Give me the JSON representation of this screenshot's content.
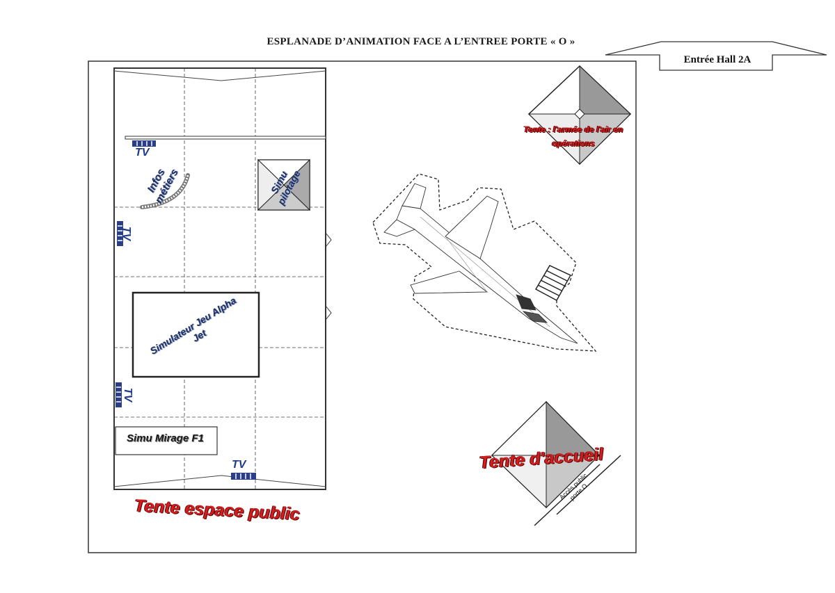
{
  "header": {
    "title": "ESPLANADE D’ANIMATION FACE A L’ENTREE PORTE « O »",
    "hall_entrance": "Entrée Hall 2A"
  },
  "zones": {
    "public_tent": "Tente espace public",
    "infos_metiers": "Infos métiers",
    "simu_pilotage": "Simu pilotage",
    "simulateur_jeu": "Simulateur Jeu Alpha Jet",
    "simu_mirage": "Simu Mirage F1",
    "armee_tent": "Tente : l'armée de l'air en opérations",
    "accueil_tent": "Tente d'accueil",
    "acces_public": "Accès public porte O"
  },
  "tv_label": "TV",
  "colors": {
    "label_red": "#d11f1f",
    "label_navy": "#1b2c5c",
    "tv_blue": "#1e3a8a",
    "tv_block": "#2b3f86"
  }
}
